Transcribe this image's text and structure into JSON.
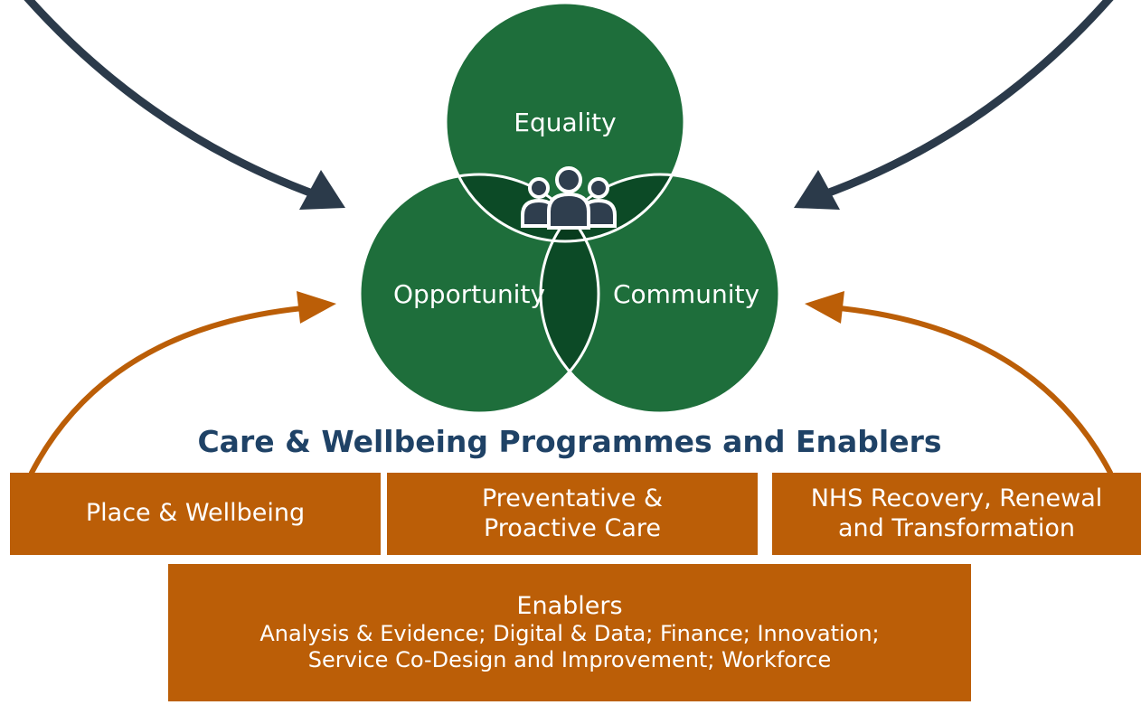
{
  "colors": {
    "circle_green": "#1e6e3b",
    "overlap_green": "#0c4a26",
    "center_green": "#073b1d",
    "navy_arrow": "#2b3a4a",
    "orange": "#bb5e07",
    "title_navy": "#1f4266",
    "icon_fill": "#2f3e4e"
  },
  "circles": {
    "top": "Equality",
    "left": "Opportunity",
    "right": "Community"
  },
  "center_icon": "people-group-icon",
  "title": "Care & Wellbeing Programmes and Enablers",
  "programmes": {
    "left": {
      "lines": [
        "Place & Wellbeing"
      ]
    },
    "middle": {
      "lines": [
        "Preventative &",
        "Proactive Care"
      ]
    },
    "right": {
      "lines": [
        "NHS Recovery, Renewal",
        "and Transformation"
      ]
    }
  },
  "enablers": {
    "title": "Enablers",
    "line1": "Analysis & Evidence; Digital & Data; Finance; Innovation;",
    "line2": "Service Co-Design and Improvement; Workforce"
  }
}
